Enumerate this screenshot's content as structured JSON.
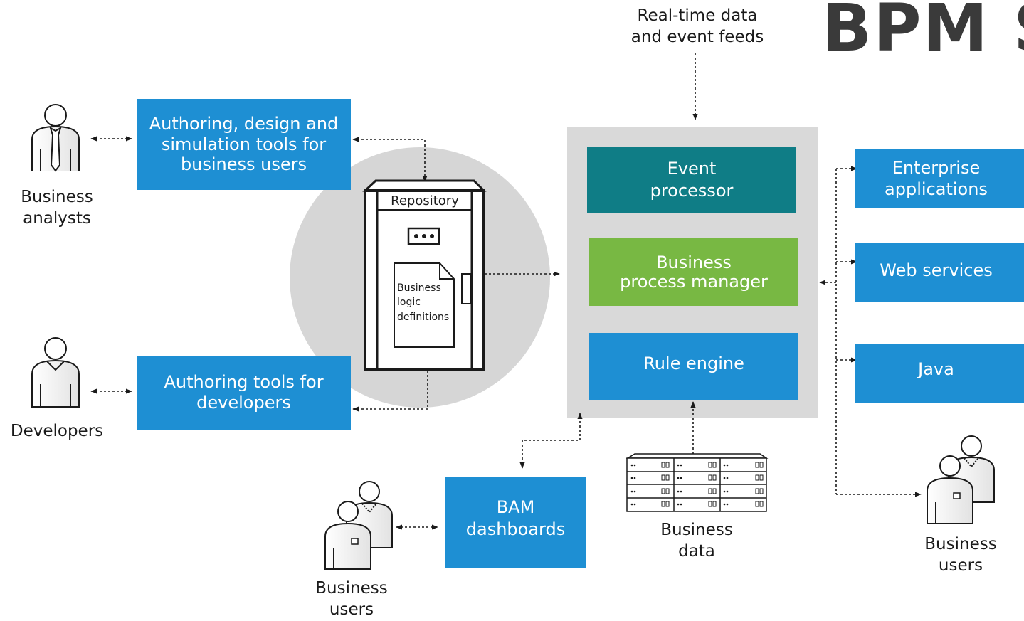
{
  "header": {
    "title": "BPM S",
    "feed_label": "Real-time data\nand event feeds"
  },
  "colors": {
    "blue": "#1e8fd3",
    "teal": "#0f7d86",
    "green": "#78b843",
    "gray_panel": "#d9d9d9",
    "circle": "#d6d6d6"
  },
  "tools": {
    "authoring_business": "Authoring, design and\nsimulation tools for\nbusiness users",
    "authoring_developers": "Authoring tools for\ndevelopers"
  },
  "repository": {
    "title": "Repository",
    "document": "Business\nlogic\ndefinitions"
  },
  "engine": {
    "event_processor": "Event\nprocessor",
    "process_manager": "Business\nprocess manager",
    "rule_engine": "Rule engine"
  },
  "integrations": {
    "enterprise": "Enterprise\napplications",
    "web_services": "Web services",
    "java": "Java"
  },
  "bam": "BAM\ndashboards",
  "labels": {
    "business_analysts": "Business\nanalysts",
    "developers": "Developers",
    "business_users_bottom": "Business\nusers",
    "business_data": "Business\ndata",
    "business_users_right": "Business\nusers"
  },
  "icons": {
    "analyst": "person-tie-icon",
    "developer": "person-icon",
    "users": "user-group-icon",
    "database": "server-rack-icon",
    "repository": "cabinet-icon"
  }
}
